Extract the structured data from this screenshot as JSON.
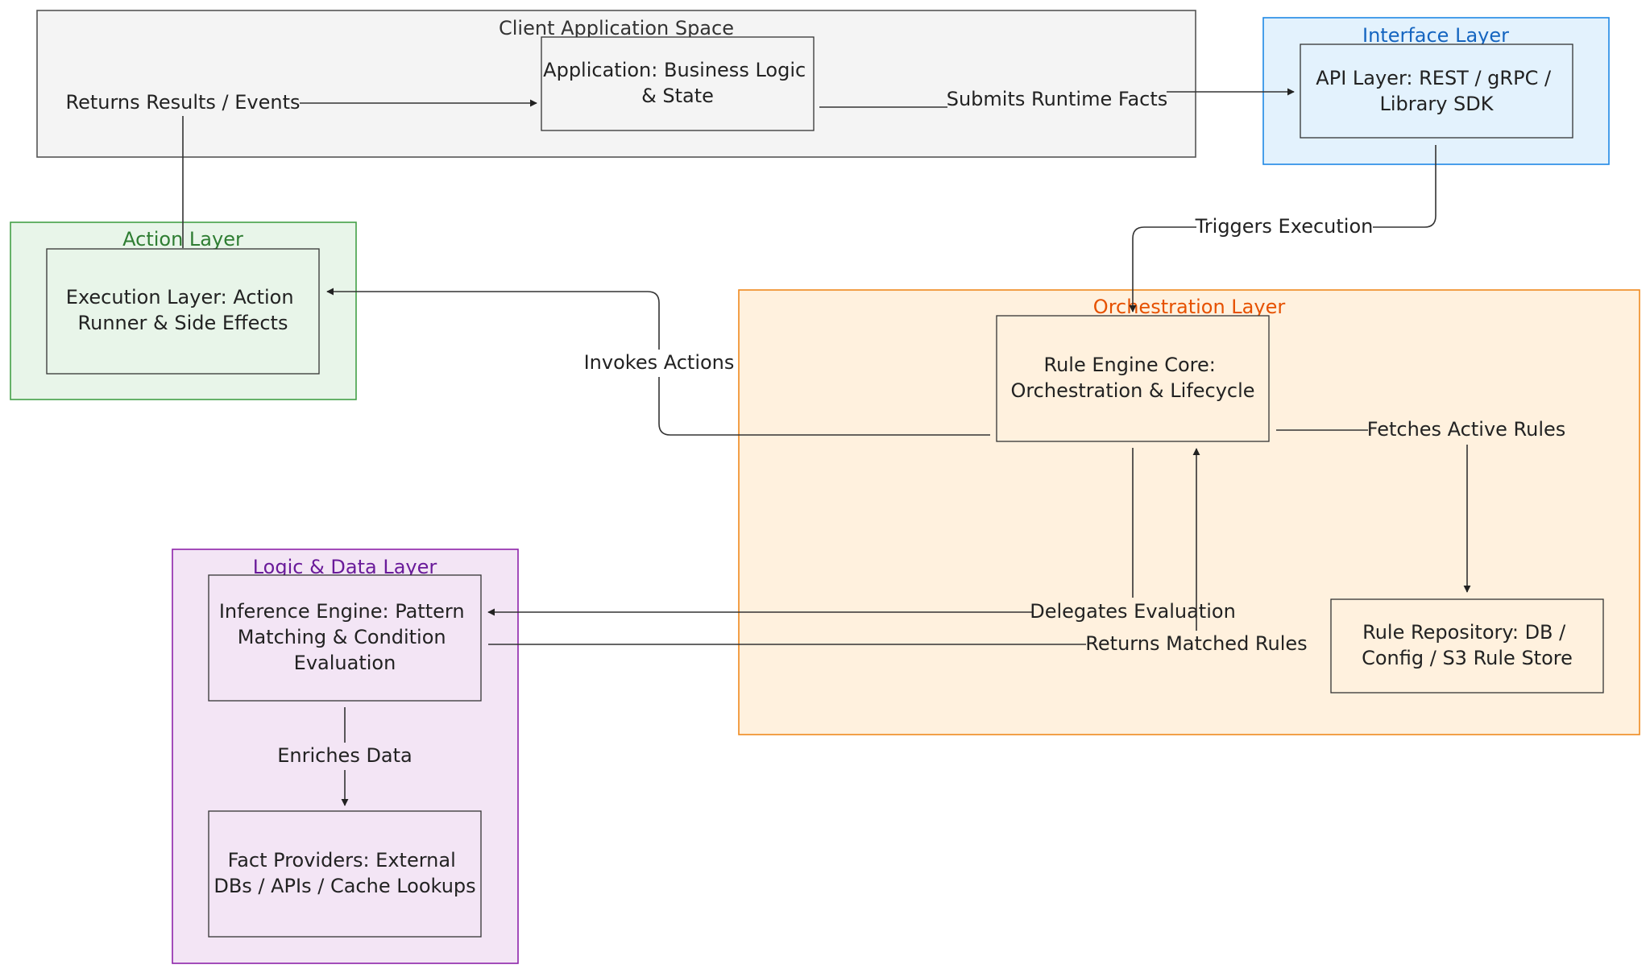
{
  "clusters": {
    "client": {
      "title": "Client Application Space",
      "fill": "#f4f4f4",
      "stroke": "#555555",
      "title_color": "#333333"
    },
    "interface": {
      "title": "Interface Layer",
      "fill": "#e3f2fd",
      "stroke": "#1e88e5",
      "title_color": "#1565c0"
    },
    "action": {
      "title": "Action Layer",
      "fill": "#e8f5e9",
      "stroke": "#43a047",
      "title_color": "#2e7d32"
    },
    "orchestration": {
      "title": "Orchestration Layer",
      "fill": "#fff1de",
      "stroke": "#ef8a1f",
      "title_color": "#e65100"
    },
    "logic": {
      "title": "Logic & Data Layer",
      "fill": "#f3e5f5",
      "stroke": "#8e24aa",
      "title_color": "#6a1b9a"
    }
  },
  "nodes": {
    "application": {
      "lines": [
        "Application: Business Logic",
        "& State"
      ]
    },
    "api": {
      "lines": [
        "API Layer: REST / gRPC /",
        "Library SDK"
      ]
    },
    "execution": {
      "lines": [
        "Execution Layer: Action",
        "Runner & Side Effects"
      ]
    },
    "rule_engine": {
      "lines": [
        "Rule Engine Core:",
        "Orchestration & Lifecycle"
      ]
    },
    "repository": {
      "lines": [
        "Rule Repository: DB /",
        "Config / S3 Rule Store"
      ]
    },
    "inference": {
      "lines": [
        "Inference Engine: Pattern",
        "Matching & Condition",
        "Evaluation"
      ]
    },
    "fact_providers": {
      "lines": [
        "Fact Providers: External",
        "DBs / APIs / Cache Lookups"
      ]
    }
  },
  "edges": {
    "submits": "Submits Runtime Facts",
    "triggers": "Triggers Execution",
    "fetches": "Fetches Active Rules",
    "delegates": "Delegates Evaluation",
    "returns_rules": "Returns Matched Rules",
    "enriches": "Enriches Data",
    "invokes": "Invokes Actions",
    "returns_results": "Returns Results / Events"
  }
}
